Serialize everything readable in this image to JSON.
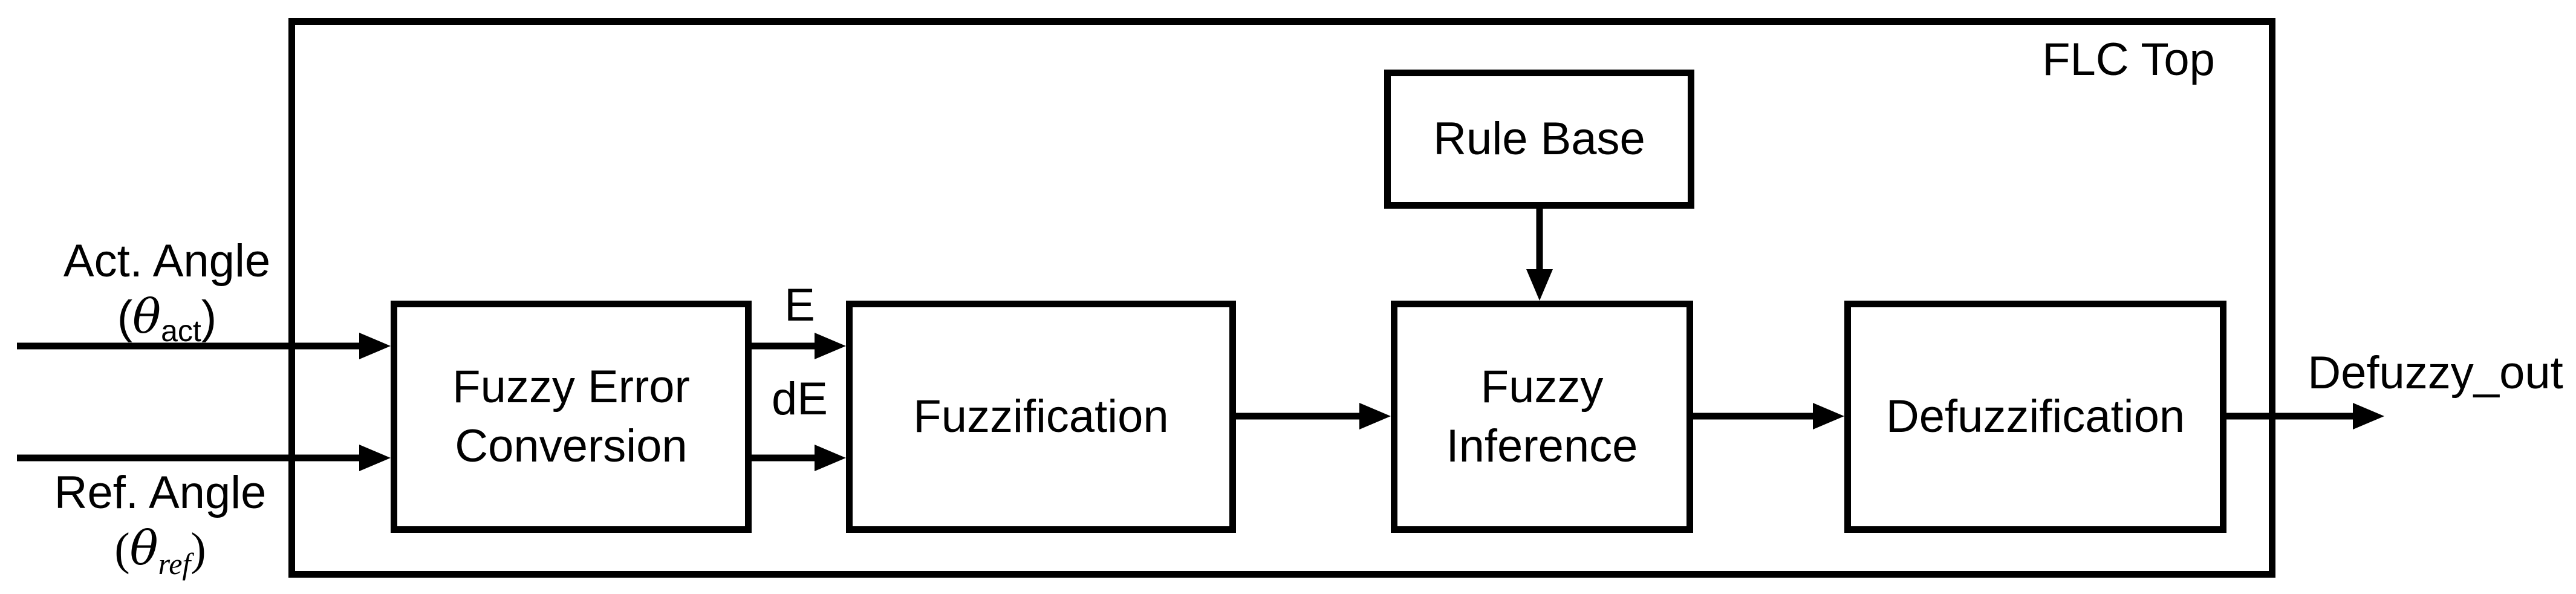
{
  "diagram": {
    "title": "FLC Top",
    "blocks": {
      "fuzzy_error_conversion": "Fuzzy Error Conversion",
      "fuzzification": "Fuzzification",
      "rule_base": "Rule Base",
      "fuzzy_inference": "Fuzzy Inference",
      "defuzzification": "Defuzzification"
    },
    "inputs": {
      "act": {
        "label": "Act. Angle",
        "open": "(",
        "theta": "θ",
        "subscript": "act",
        "close": ")"
      },
      "ref": {
        "label": "Ref. Angle",
        "open": "(",
        "theta": "θ",
        "subscript": "ref",
        "close": ")"
      }
    },
    "signals": {
      "error": "E",
      "delta_error": "dE",
      "output": "Defuzzy_out"
    }
  }
}
